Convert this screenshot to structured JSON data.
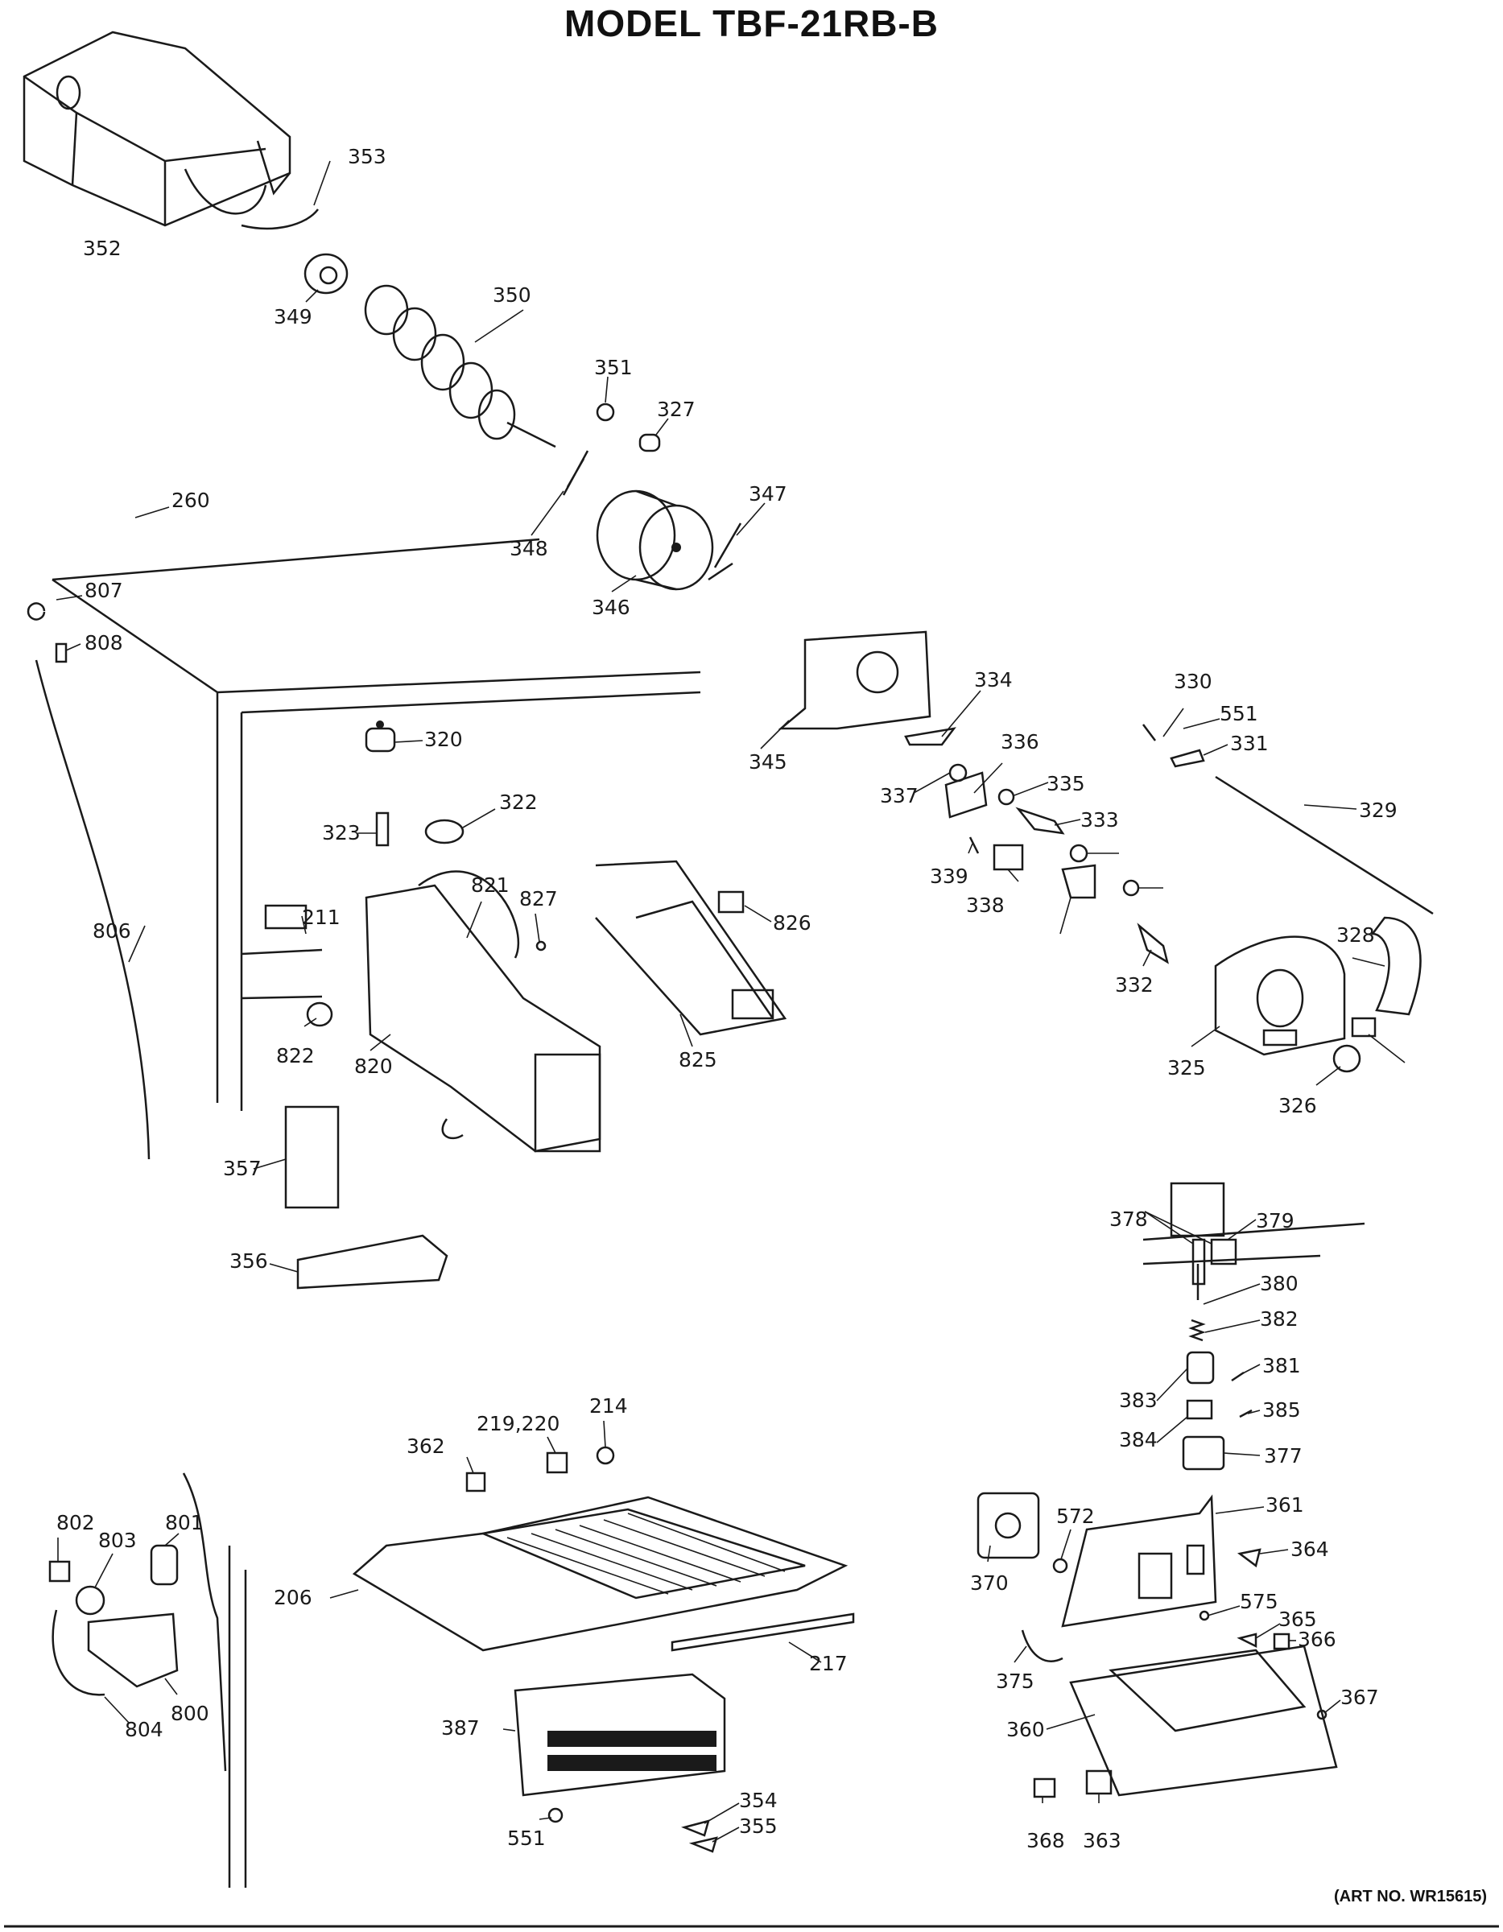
{
  "title": "MODEL TBF-21RB-B",
  "art_no": "(ART NO. WR15615)",
  "part_labels": [
    "353",
    "352",
    "349",
    "350",
    "351",
    "327",
    "347",
    "348",
    "346",
    "260",
    "807",
    "808",
    "806",
    "320",
    "322",
    "323",
    "821",
    "827",
    "211",
    "822",
    "820",
    "825",
    "826",
    "345",
    "334",
    "336",
    "337",
    "335",
    "333",
    "339",
    "338",
    "332",
    "330",
    "551",
    "331",
    "329",
    "328",
    "325",
    "326",
    "357",
    "356",
    "378",
    "379",
    "380",
    "382",
    "381",
    "383",
    "385",
    "384",
    "377",
    "362",
    "219,220",
    "214",
    "802",
    "803",
    "801",
    "206",
    "217",
    "800",
    "804",
    "387",
    "551",
    "354",
    "355",
    "361",
    "370",
    "572",
    "364",
    "575",
    "365",
    "366",
    "375",
    "367",
    "360",
    "368",
    "363"
  ]
}
